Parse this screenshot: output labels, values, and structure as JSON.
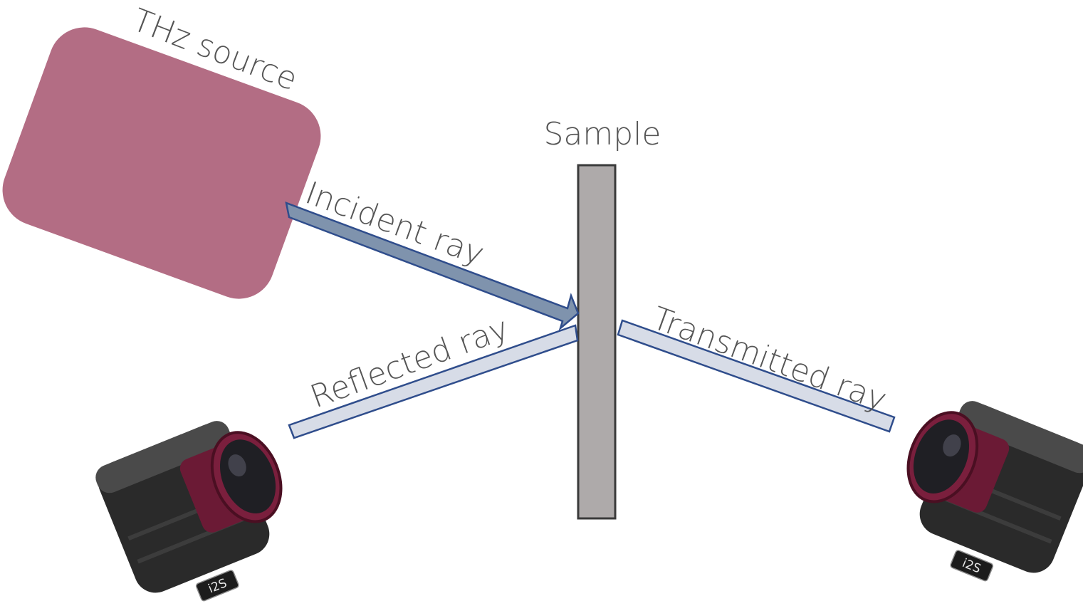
{
  "labels": {
    "source": "THz source",
    "sample": "Sample",
    "incident": "Incident ray",
    "reflected": "Reflected ray",
    "transmitted": "Transmitted ray",
    "camera_brand": "i2S"
  },
  "colors": {
    "source_fill": "#b36d84",
    "sample_fill": "#aeaaaa",
    "sample_stroke": "#3a3a3a",
    "incident_fill": "#7f93ad",
    "ray_light_fill": "#d7dce7",
    "ray_stroke": "#2f4d8c",
    "label_text": "#555555",
    "camera_body": "#2a2a2a",
    "camera_lens": "#7a1f3d"
  }
}
